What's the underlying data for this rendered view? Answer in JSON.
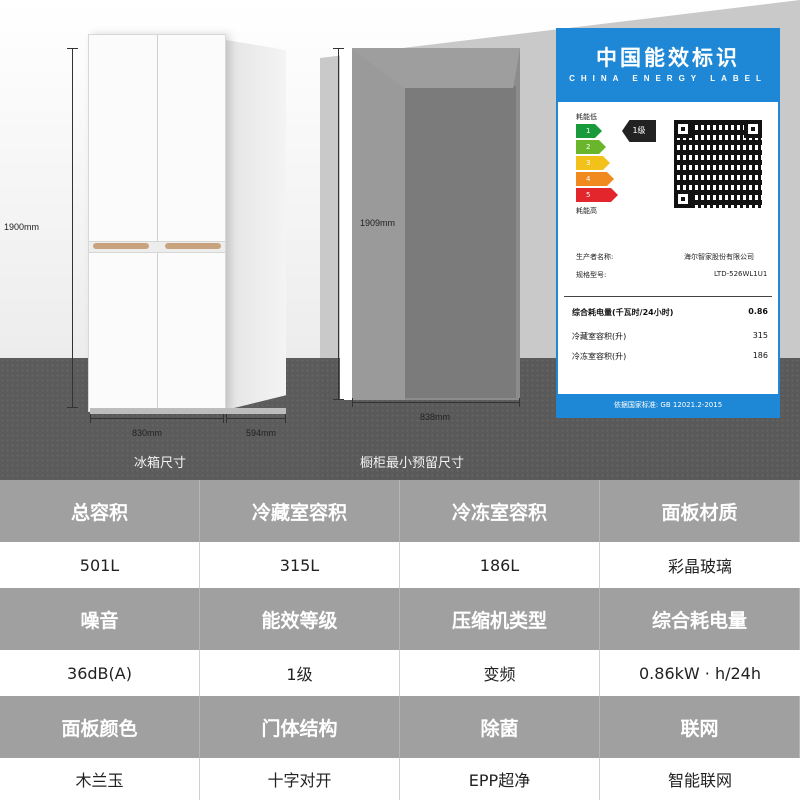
{
  "scene": {
    "fridge_height": "1900mm",
    "fridge_width": "830mm",
    "fridge_depth": "594mm",
    "fridge_caption": "冰箱尺寸",
    "cabinet_height": "1909mm",
    "cabinet_width": "838mm",
    "cabinet_caption": "橱柜最小预留尺寸"
  },
  "energy_label": {
    "title": "中国能效标识",
    "subtitle": "CHINA ENERGY LABEL",
    "low_text": "耗能低",
    "high_text": "耗能高",
    "grades": [
      "1",
      "2",
      "3",
      "4",
      "5"
    ],
    "grade_colors": [
      "#1a9b3b",
      "#69b52c",
      "#f2c21a",
      "#f08a1e",
      "#e3262b"
    ],
    "current_grade": "1级",
    "manufacturer_label": "生产者名称:",
    "manufacturer": "海尔智家股份有限公司",
    "model_label": "规格型号:",
    "model": "LTD-526WL1U1",
    "specs": [
      {
        "name": "综合耗电量(千瓦时/24小时)",
        "value": "0.86"
      },
      {
        "name": "冷藏室容积(升)",
        "value": "315"
      },
      {
        "name": "冷冻室容积(升)",
        "value": "186"
      }
    ],
    "standard": "依据国家标准: GB 12021.2-2015"
  },
  "spec_table": [
    {
      "headers": [
        "总容积",
        "冷藏室容积",
        "冷冻室容积",
        "面板材质"
      ],
      "values": [
        "501L",
        "315L",
        "186L",
        "彩晶玻璃"
      ]
    },
    {
      "headers": [
        "噪音",
        "能效等级",
        "压缩机类型",
        "综合耗电量"
      ],
      "values": [
        "36dB(A)",
        "1级",
        "变频",
        "0.86kW · h/24h"
      ]
    },
    {
      "headers": [
        "面板颜色",
        "门体结构",
        "除菌",
        "联网"
      ],
      "values": [
        "木兰玉",
        "十字对开",
        "EPP超净",
        "智能联网"
      ]
    }
  ]
}
